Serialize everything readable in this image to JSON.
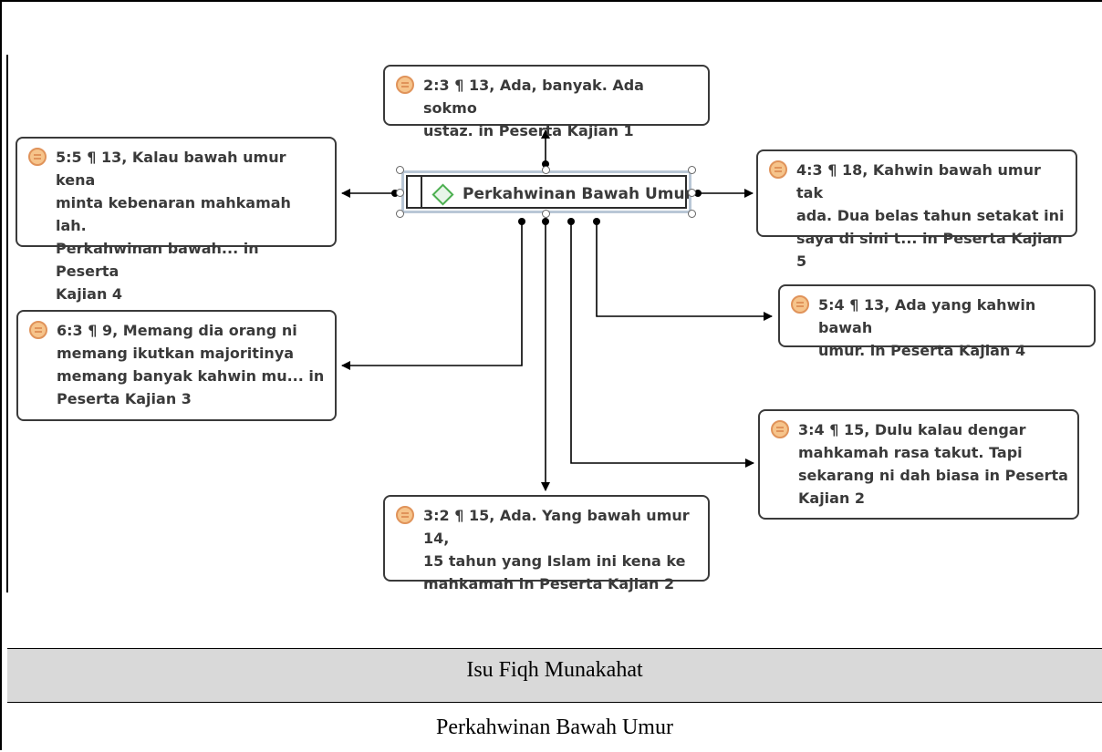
{
  "central_code": {
    "label": "Perkahwinan Bawah Umur",
    "icon": "code-diamond-icon"
  },
  "quotes": [
    {
      "id": "q1",
      "lines": [
        "2:3 ¶ 13, Ada, banyak. Ada sokmo",
        "ustaz. in Peserta Kajian 1"
      ]
    },
    {
      "id": "q2",
      "lines": [
        "5:5 ¶ 13, Kalau bawah umur kena",
        "minta kebenaran mahkamah lah.",
        "Perkahwinan bawah... in Peserta",
        "Kajian 4"
      ]
    },
    {
      "id": "q3",
      "lines": [
        "4:3 ¶ 18, Kahwin bawah umur tak",
        "ada.  Dua belas tahun setakat ini",
        "saya di sini t... in Peserta Kajian 5"
      ]
    },
    {
      "id": "q4",
      "lines": [
        "5:4 ¶ 13, Ada yang kahwin bawah",
        "umur. in Peserta Kajian 4"
      ]
    },
    {
      "id": "q5",
      "lines": [
        "6:3 ¶ 9, Memang dia orang ni",
        "memang ikutkan majoritinya",
        "memang banyak kahwin mu... in",
        "Peserta Kajian 3"
      ]
    },
    {
      "id": "q6",
      "lines": [
        "3:4 ¶ 15, Dulu kalau dengar",
        "mahkamah rasa takut. Tapi",
        "sekarang ni dah biasa in Peserta",
        "Kajian 2"
      ]
    },
    {
      "id": "q7",
      "lines": [
        "3:2 ¶ 15, Ada. Yang bawah umur 14,",
        "15 tahun yang Islam ini kena ke",
        "mahkamah in Peserta Kajian 2"
      ]
    }
  ],
  "quote_icon": "quotation-document-icon",
  "table": {
    "header": "Isu Fiqh Munakahat",
    "body": "Perkahwinan Bawah Umur"
  },
  "colors": {
    "quote_icon_fill": "#f6c48b",
    "quote_icon_stroke": "#e0935a",
    "code_icon": "#4caf50",
    "selection_border": "#b9c7d6",
    "header_bg": "#d9d9d9"
  }
}
